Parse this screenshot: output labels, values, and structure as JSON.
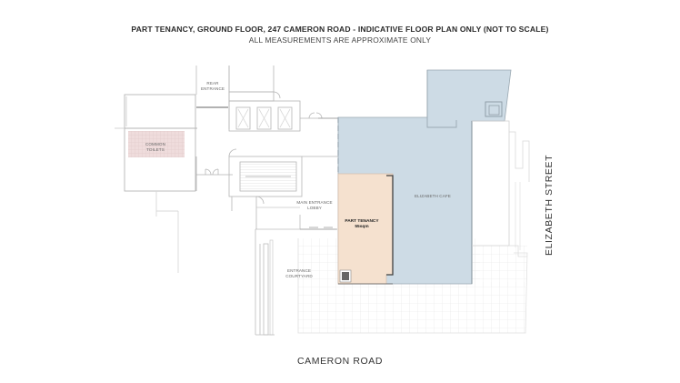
{
  "header": {
    "title": "PART TENANCY, GROUND FLOOR, 247 CAMERON ROAD - INDICATIVE FLOOR PLAN ONLY (NOT TO SCALE)",
    "subtitle": "ALL MEASUREMENTS ARE APPROXIMATE ONLY"
  },
  "rooms": {
    "rear_entrance": [
      "REAR",
      "ENTRANCE"
    ],
    "common_toilets": [
      "COMMON",
      "TOILETS"
    ],
    "main_entrance_lobby": [
      "MAIN ENTRANCE",
      "LOBBY"
    ],
    "entrance_courtyard": [
      "ENTRANCE",
      "COURTYARD"
    ],
    "part_tenancy": [
      "PART TENANCY",
      "55sqm"
    ],
    "elizabeth_cafe": "ELIZABETH CAFE"
  },
  "streets": {
    "east": "ELIZABETH STREET",
    "south": "CAMERON ROAD"
  },
  "colors": {
    "part_tenancy_fill": "#f5e1cf",
    "cafe_fill": "#cddbe5",
    "toilets_fill": "#efdcdc",
    "wall": "#b8b8b8",
    "dark_wall": "#4a4a4a"
  }
}
